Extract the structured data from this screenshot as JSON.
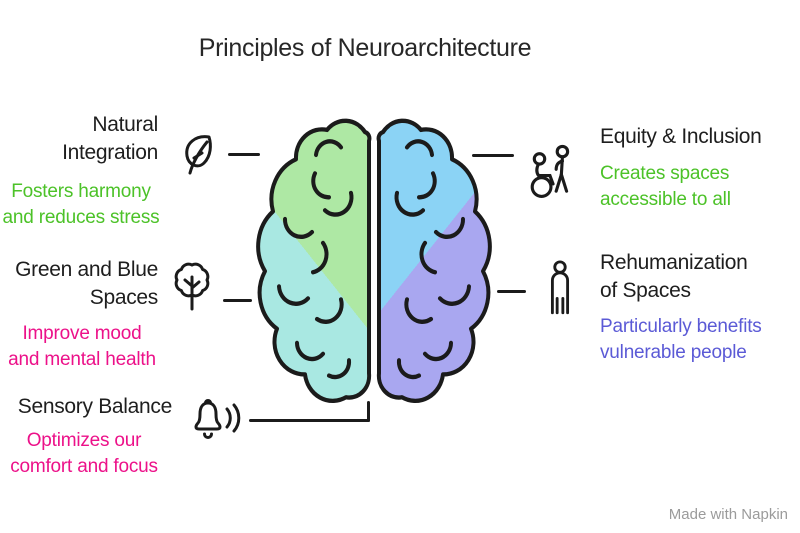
{
  "title": "Principles of Neuroarchitecture",
  "watermark": "Made with Napkin",
  "brain": {
    "outline": "#1b1b1b",
    "colors": {
      "top_left": "#aee8a4",
      "bottom_left": "#a9e8e2",
      "top_right": "#8bd3f5",
      "bottom_right": "#a9a7f0"
    }
  },
  "left_items": [
    {
      "label": "Natural\nIntegration",
      "description": "Fosters harmony\nand reduces stress",
      "accent": "#4cc228",
      "icon": "leaf-icon"
    },
    {
      "label": "Green and Blue\nSpaces",
      "description": "Improve mood\nand mental health",
      "accent": "#ec1189",
      "icon": "tree-icon"
    },
    {
      "label": "Sensory Balance",
      "description": "Optimizes our\ncomfort and focus",
      "accent": "#ec1189",
      "icon": "bell-notification-icon"
    }
  ],
  "right_items": [
    {
      "label": "Equity & Inclusion",
      "description": "Creates spaces\naccessible to all",
      "accent": "#4cc228",
      "icon": "inclusion-people-icon"
    },
    {
      "label": "Rehumanization\nof Spaces",
      "description": "Particularly benefits\nvulnerable people",
      "accent": "#5b5ad6",
      "icon": "person-icon"
    }
  ]
}
